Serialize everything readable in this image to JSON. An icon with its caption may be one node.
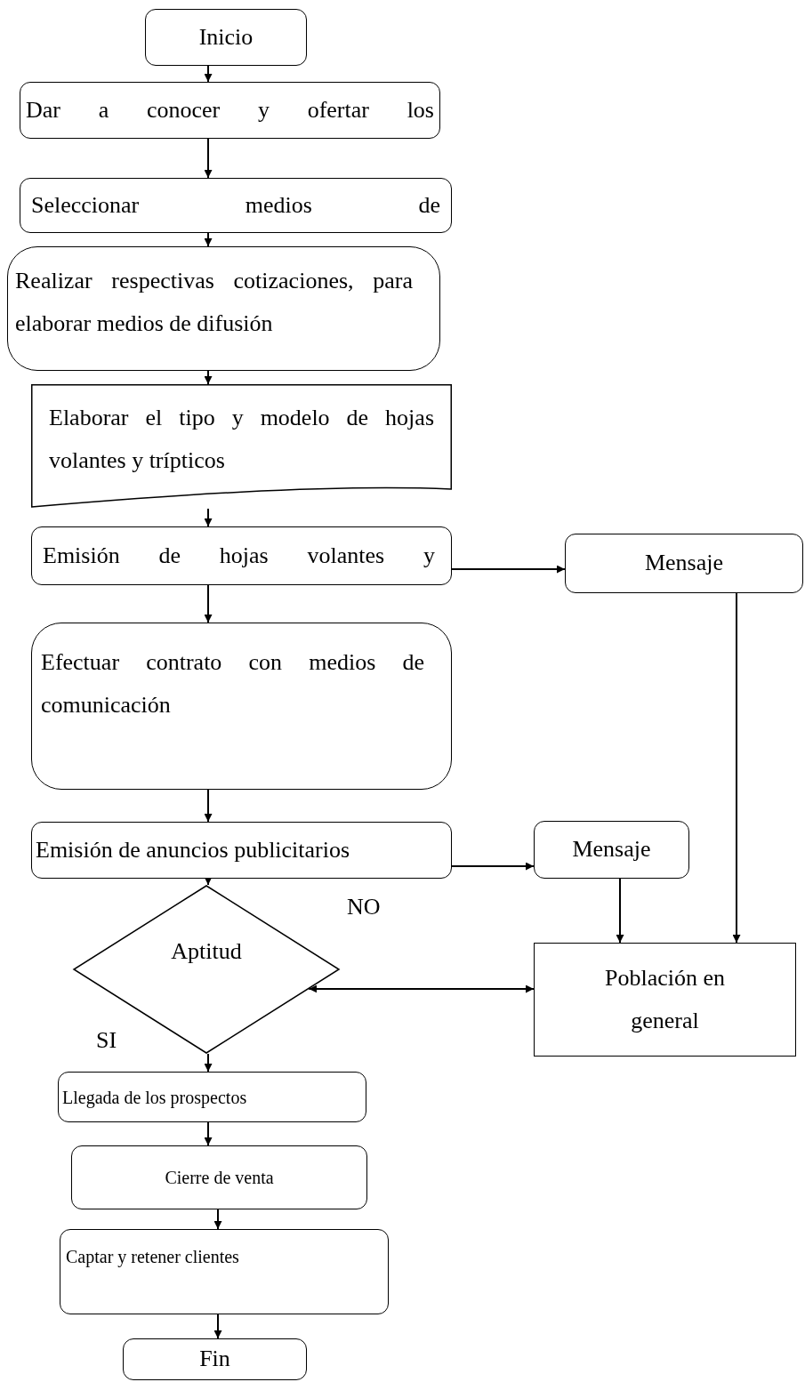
{
  "diagram": {
    "nodes": [
      {
        "text": [
          "Inicio"
        ]
      },
      {
        "text": [
          "Dar a conocer y ofertar los"
        ]
      },
      {
        "text": [
          "Seleccionar medios de"
        ]
      },
      {
        "text": [
          "Realizar respectivas cotizaciones, para elaborar medios de difusión"
        ]
      },
      {
        "text": [
          "Elaborar el tipo y modelo de hojas volantes y trípticos"
        ]
      },
      {
        "text": [
          "Emisión de hojas volantes y"
        ]
      },
      {
        "text": [
          "Mensaje"
        ]
      },
      {
        "text": [
          "Efectuar contrato con medios de comunicación"
        ]
      },
      {
        "text": [
          "Emisión de anuncios publicitarios"
        ]
      },
      {
        "text": [
          "Mensaje"
        ]
      },
      {
        "text": [
          "Aptitud"
        ]
      },
      {
        "text": [
          "Población en general"
        ]
      },
      {
        "text": [
          "Llegada de los prospectos"
        ]
      },
      {
        "text": [
          "Cierre de venta"
        ]
      },
      {
        "text": [
          "Captar y retener clientes"
        ]
      },
      {
        "text": [
          "Fin"
        ]
      }
    ],
    "edges": [
      {
        "from": 0,
        "to": 1,
        "arrow": "to"
      },
      {
        "from": 1,
        "to": 2,
        "arrow": "to"
      },
      {
        "from": 2,
        "to": 3,
        "arrow": "to"
      },
      {
        "from": 3,
        "to": 4,
        "arrow": "to"
      },
      {
        "from": 4,
        "to": 5,
        "arrow": "to"
      },
      {
        "from": 5,
        "to": 6,
        "arrow": "to"
      },
      {
        "from": 5,
        "to": 7,
        "arrow": "to"
      },
      {
        "from": 7,
        "to": 8,
        "arrow": "to"
      },
      {
        "from": 8,
        "to": 9,
        "arrow": "to"
      },
      {
        "from": 8,
        "to": 10,
        "arrow": "to"
      },
      {
        "from": 9,
        "to": 11,
        "arrow": "to"
      },
      {
        "from": 6,
        "to": 11,
        "arrow": "to"
      },
      {
        "from": 10,
        "to": 11,
        "arrow": "both"
      },
      {
        "from": 10,
        "to": 12,
        "arrow": "to"
      },
      {
        "from": 12,
        "to": 13,
        "arrow": "to"
      },
      {
        "from": 13,
        "to": 14,
        "arrow": "to"
      },
      {
        "from": 14,
        "to": 15,
        "arrow": "to"
      }
    ],
    "labels": [
      "NO",
      "SI"
    ]
  }
}
